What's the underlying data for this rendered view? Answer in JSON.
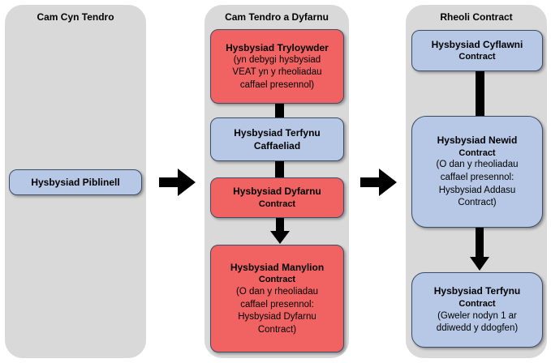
{
  "columns": [
    {
      "title": "Cam Cyn Tendro"
    },
    {
      "title": "Cam Tendro a Dyfarnu"
    },
    {
      "title": "Rheoli Contract"
    }
  ],
  "pre_tender": {
    "pipeline": {
      "line1": "Hysbysiad Piblinell"
    }
  },
  "tender": {
    "transparency": {
      "line1": "Hysbysiad Tryloywder",
      "sub1": "(yn debygi hysbysiad",
      "sub2": "VEAT yn y rheoliadau",
      "sub3": "caffael presennol)"
    },
    "procurement_termination": {
      "line1": "Hysbysiad Terfynu",
      "line2": "Caffaeliad"
    },
    "contract_award": {
      "line1": "Hysbysiad Dyfarnu",
      "line2": "Contract"
    },
    "contract_details": {
      "line1": "Hysbysiad Manylion",
      "line2": "Contract",
      "sub1": "(O dan y rheoliadau",
      "sub2": "caffael presennol:",
      "sub3": "Hysbysiad Dyfarnu",
      "sub4": "Contract)"
    }
  },
  "management": {
    "contract_performance": {
      "line1": "Hysbysiad Cyflawni",
      "line2": "Contract"
    },
    "contract_change": {
      "line1": "Hysbysiad Newid",
      "line2": "Contract",
      "sub1": "(O dan y rheoliadau",
      "sub2": "caffael presennol:",
      "sub3": "Hysbysiad Addasu",
      "sub4": "Contract)"
    },
    "contract_termination": {
      "line1": "Hysbysiad Terfynu",
      "line2": "Contract",
      "sub1": "(Gweler nodyn 1 ar",
      "sub2": "ddiwedd y ddogfen)"
    }
  },
  "colors": {
    "panel": "#d9d9d9",
    "blue_box": "#b7c8e6",
    "red_box": "#f16363",
    "border": "#3c4d67",
    "connector": "#000000"
  }
}
